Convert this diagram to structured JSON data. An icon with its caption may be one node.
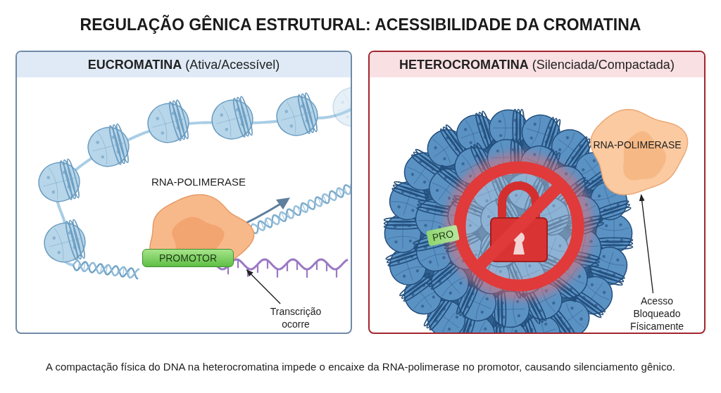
{
  "diagram": {
    "title": "REGULAÇÃO GÊNICA ESTRUTURAL: ACESSIBILIDADE DA CROMATINA",
    "caption": "A compactação física do DNA na heterocromatina impede o encaixe da RNA-polimerase no promotor, causando silenciamento gênico.",
    "nodes": [
      {
        "text": [
          "**EUCROMATINA** (Ativa/Acessível)"
        ]
      },
      {
        "text": [
          "RNA-POLIMERASE"
        ],
        "in": 0
      },
      {
        "text": [
          "PROMOTOR"
        ],
        "in": 0
      },
      {
        "text": [
          "Transcrição ocorre"
        ],
        "in": 0
      },
      {
        "text": [
          "**HETEROCROMATINA** (Silenciada/Compactada)"
        ]
      },
      {
        "text": [
          "RNA-POLIMERASE"
        ],
        "in": 4
      },
      {
        "text": [
          "Acesso Bloqueado Físicamente"
        ],
        "in": 4
      }
    ],
    "edges": [
      {
        "from": 3,
        "to": 1,
        "arrow": "to"
      },
      {
        "from": 6,
        "to": 5,
        "arrow": "to"
      }
    ],
    "labels": [
      "PRO"
    ]
  }
}
